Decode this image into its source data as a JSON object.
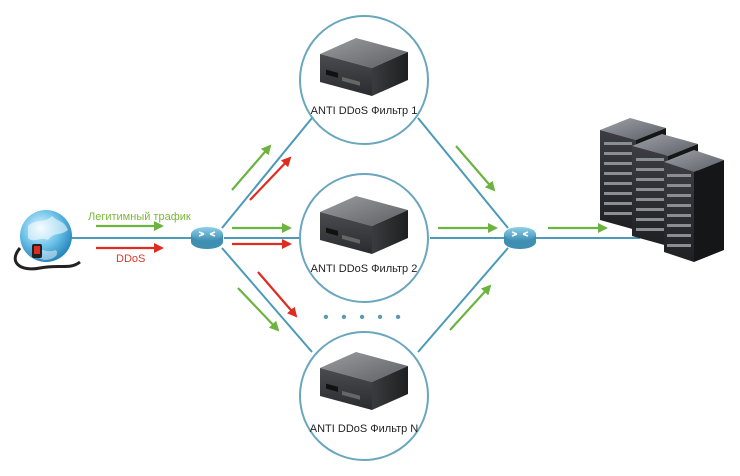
{
  "legend": {
    "legit_label": "Легитимный трафик",
    "ddos_label": "DDoS",
    "legit_color": "#6cb33f",
    "ddos_color": "#e02b20"
  },
  "filters": [
    {
      "label": "ANTI DDoS Фильтр 1"
    },
    {
      "label": "ANTI DDoS Фильтр 2"
    },
    {
      "label": "ANTI DDoS Фильтр N"
    }
  ],
  "ellipsis": "• • • • •",
  "colors": {
    "link_line": "#4a9ab8",
    "circle_stroke": "#6aa6bd",
    "router": "#5aa6c8"
  },
  "icons": {
    "source": "globe-plug-icon",
    "router_in": "router-icon",
    "router_out": "router-icon",
    "filter": "server-box-icon",
    "destination": "server-rack-icon"
  }
}
